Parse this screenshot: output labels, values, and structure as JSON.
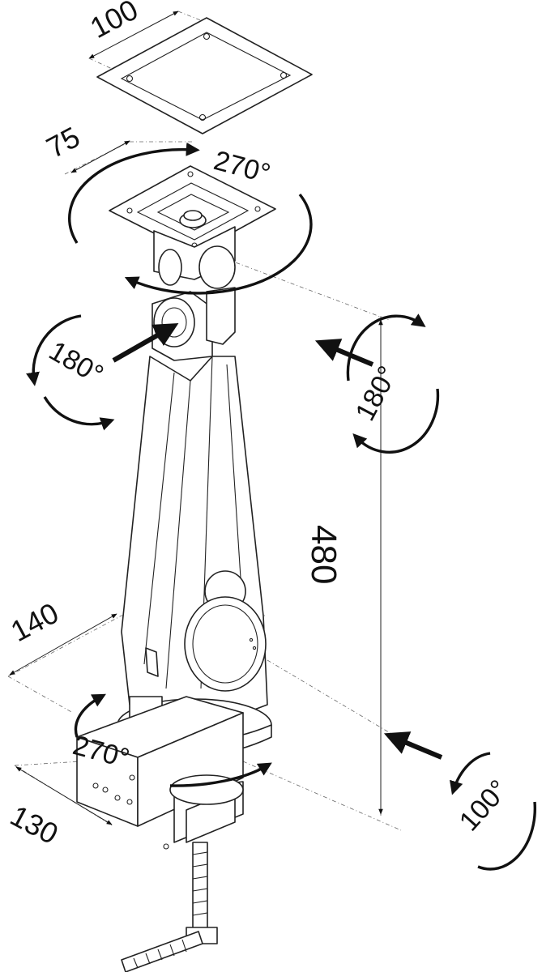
{
  "dimensions": {
    "plate_large": "100",
    "plate_small": "75",
    "height": "480",
    "arm_depth": "140",
    "clamp_depth": "130"
  },
  "rotations": {
    "top_swivel": "270°",
    "tilt_left": "180°",
    "tilt_right": "180°",
    "base_swivel": "270°",
    "clamp_tilt": "100°"
  },
  "colors": {
    "line": "#222222",
    "arrow": "#111111",
    "background": "#ffffff"
  }
}
